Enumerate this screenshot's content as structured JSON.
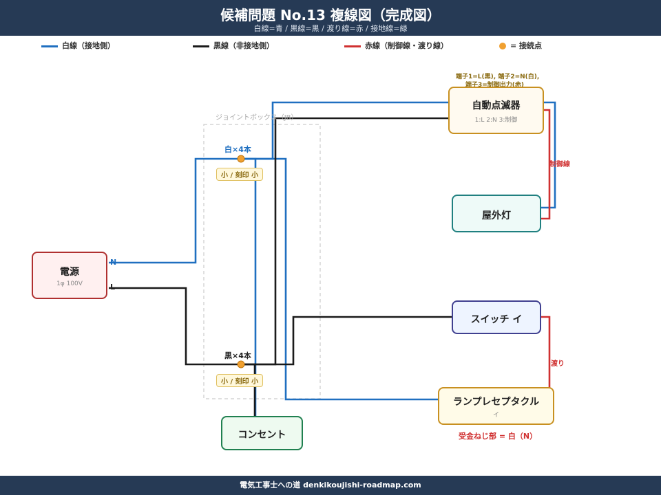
{
  "header": {
    "title": "候補問題 No.13 複線図（完成図）",
    "subtitle": "白線=青 / 黒線=黒 / 渡り線=赤 / 接地線=緑"
  },
  "legend": {
    "white": "白線（接地側）",
    "black": "黒線（非接地側）",
    "red": "赤線（制御線・渡り線）",
    "point": "= 接続点"
  },
  "colors": {
    "white_wire": "#1f6fc0",
    "black_wire": "#1a1a1a",
    "red_wire": "#d03030",
    "point": "#f0a030"
  },
  "jb": {
    "label": "ジョイントボックス（JB）"
  },
  "junctions": {
    "white": {
      "count": "白×4本",
      "sleeve": "小 / 刻印 小"
    },
    "black": {
      "count": "黒×4本",
      "sleeve": "小 / 刻印 小"
    }
  },
  "power": {
    "name": "電源",
    "spec": "1φ 100V",
    "n": "N",
    "l": "L"
  },
  "timer": {
    "name": "自動点滅器",
    "terminals": "1:L  2:N  3:制御",
    "note1": "端子1=L(黒), 端子2=N(白),",
    "note2": "端子3=制御出力(赤)",
    "red_label": "制御線"
  },
  "outdoor_light": {
    "name": "屋外灯"
  },
  "switch": {
    "name": "スイッチ イ",
    "red_label": "渡り"
  },
  "receptacle": {
    "name": "ランプレセプタクル",
    "sub": "イ",
    "note": "受金ねじ部 = 白（N）"
  },
  "outlet": {
    "name": "コンセント"
  },
  "footer": {
    "text": "電気工事士への道 denkikoujishi-roadmap.com"
  }
}
